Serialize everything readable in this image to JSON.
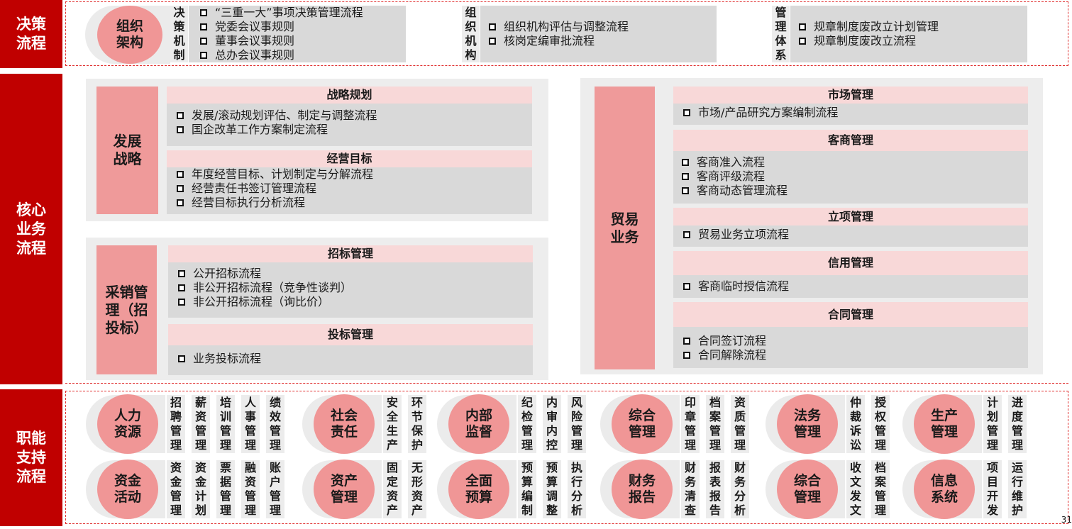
{
  "bands": {
    "decision": "决策流程",
    "core": "核心业务流程",
    "support": "职能支持流程"
  },
  "decision": {
    "org": "组织架构",
    "groups": [
      {
        "label": "决策机制",
        "items": [
          "“三重一大”事项决策管理流程",
          "党委会议事规则",
          "董事会议事规则",
          "总办会议事规则"
        ]
      },
      {
        "label": "组织机构",
        "items": [
          "组织机构评估与调整流程",
          "核岗定编审批流程"
        ]
      },
      {
        "label": "管理体系",
        "items": [
          "规章制度废改立计划管理",
          "规章制度废改立流程"
        ]
      }
    ]
  },
  "core": {
    "dev": {
      "label": "发展战略",
      "sections": [
        {
          "title": "战略规划",
          "items": [
            "发展/滚动规划评估、制定与调整流程",
            "国企改革工作方案制定流程"
          ]
        },
        {
          "title": "经营目标",
          "items": [
            "年度经营目标、计划制定与分解流程",
            "经营责任书签订管理流程",
            "经营目标执行分析流程"
          ]
        }
      ]
    },
    "proc": {
      "label": "采销管理（招投标）",
      "sections": [
        {
          "title": "招标管理",
          "items": [
            "公开招标流程",
            "非公开招标流程（竞争性谈判）",
            "非公开招标流程（询比价）"
          ]
        },
        {
          "title": "投标管理",
          "items": [
            "业务投标流程"
          ]
        }
      ]
    },
    "trade": {
      "label": "贸易业务",
      "sections": [
        {
          "title": "市场管理",
          "items": [
            "市场/产品研究方案编制流程"
          ]
        },
        {
          "title": "客商管理",
          "items": [
            "客商准入流程",
            "客商评级流程",
            "客商动态管理流程"
          ]
        },
        {
          "title": "立项管理",
          "items": [
            "贸易业务立项流程"
          ]
        },
        {
          "title": "信用管理",
          "items": [
            "客商临时授信流程"
          ]
        },
        {
          "title": "合同管理",
          "items": [
            "合同签订流程",
            "合同解除流程"
          ]
        }
      ]
    }
  },
  "support": {
    "row1": [
      {
        "title": "人力资源",
        "items": [
          "招聘管理",
          "薪资管理",
          "培训管理",
          "人事管理",
          "绩效管理"
        ]
      },
      {
        "title": "社会责任",
        "items": [
          "安全生产",
          "环节保护"
        ]
      },
      {
        "title": "内部监督",
        "items": [
          "纪检管理",
          "内审内控",
          "风险管理"
        ]
      },
      {
        "title": "综合管理",
        "items": [
          "印章管理",
          "档案管理",
          "资质管理"
        ]
      },
      {
        "title": "法务管理",
        "items": [
          "仲裁诉讼",
          "授权管理"
        ]
      },
      {
        "title": "生产管理",
        "items": [
          "计划管理",
          "进度管理"
        ]
      }
    ],
    "row2": [
      {
        "title": "资金活动",
        "items": [
          "资金管理",
          "资金计划",
          "票据管理",
          "融资管理",
          "账户管理"
        ]
      },
      {
        "title": "资产管理",
        "items": [
          "固定资产",
          "无形资产"
        ]
      },
      {
        "title": "全面预算",
        "items": [
          "预算编制",
          "预算调整",
          "执行分析"
        ]
      },
      {
        "title": "财务报告",
        "items": [
          "财务清查",
          "报表报告",
          "财务分析"
        ]
      },
      {
        "title": "综合管理",
        "items": [
          "收文发文",
          "档案管理"
        ]
      },
      {
        "title": "信息系统",
        "items": [
          "项目开发",
          "运行维护"
        ]
      }
    ]
  },
  "page_number": "31"
}
